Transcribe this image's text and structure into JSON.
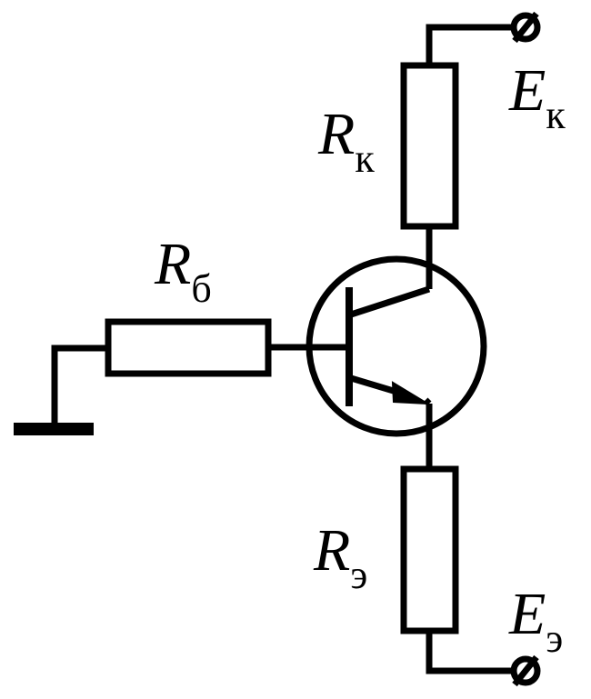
{
  "labels": {
    "rk": {
      "main": "R",
      "sub": "к"
    },
    "ek": {
      "main": "E",
      "sub": "к"
    },
    "rb": {
      "main": "R",
      "sub": "б"
    },
    "re": {
      "main": "R",
      "sub": "э"
    },
    "ee": {
      "main": "E",
      "sub": "э"
    }
  },
  "colors": {
    "stroke": "#000000",
    "background": "#ffffff"
  }
}
